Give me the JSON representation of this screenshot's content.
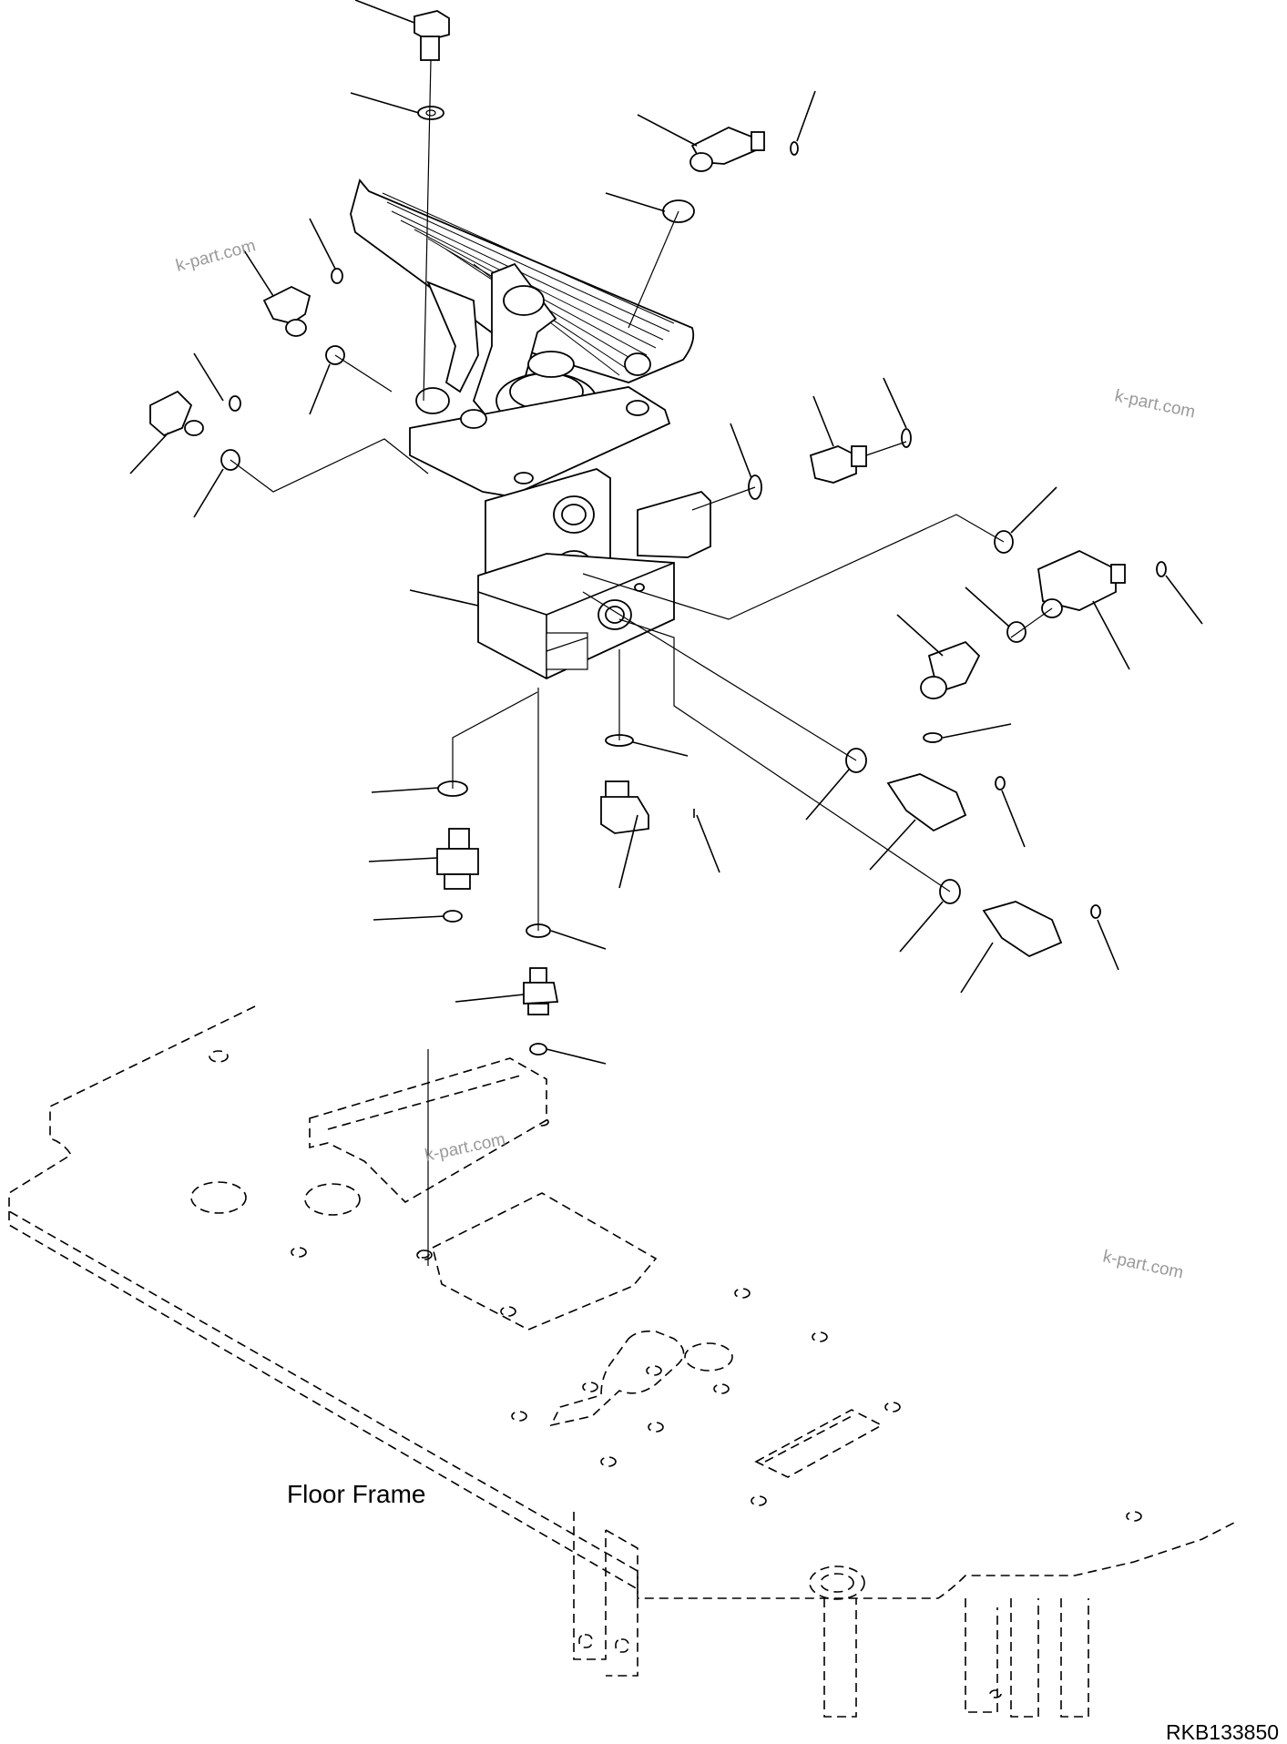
{
  "labels": {
    "floor_frame": "Floor Frame",
    "drawing_number": "RKB133850"
  },
  "watermarks": [
    "k-part.com",
    "k-part.com",
    "k-part.com",
    "k-part.com"
  ]
}
